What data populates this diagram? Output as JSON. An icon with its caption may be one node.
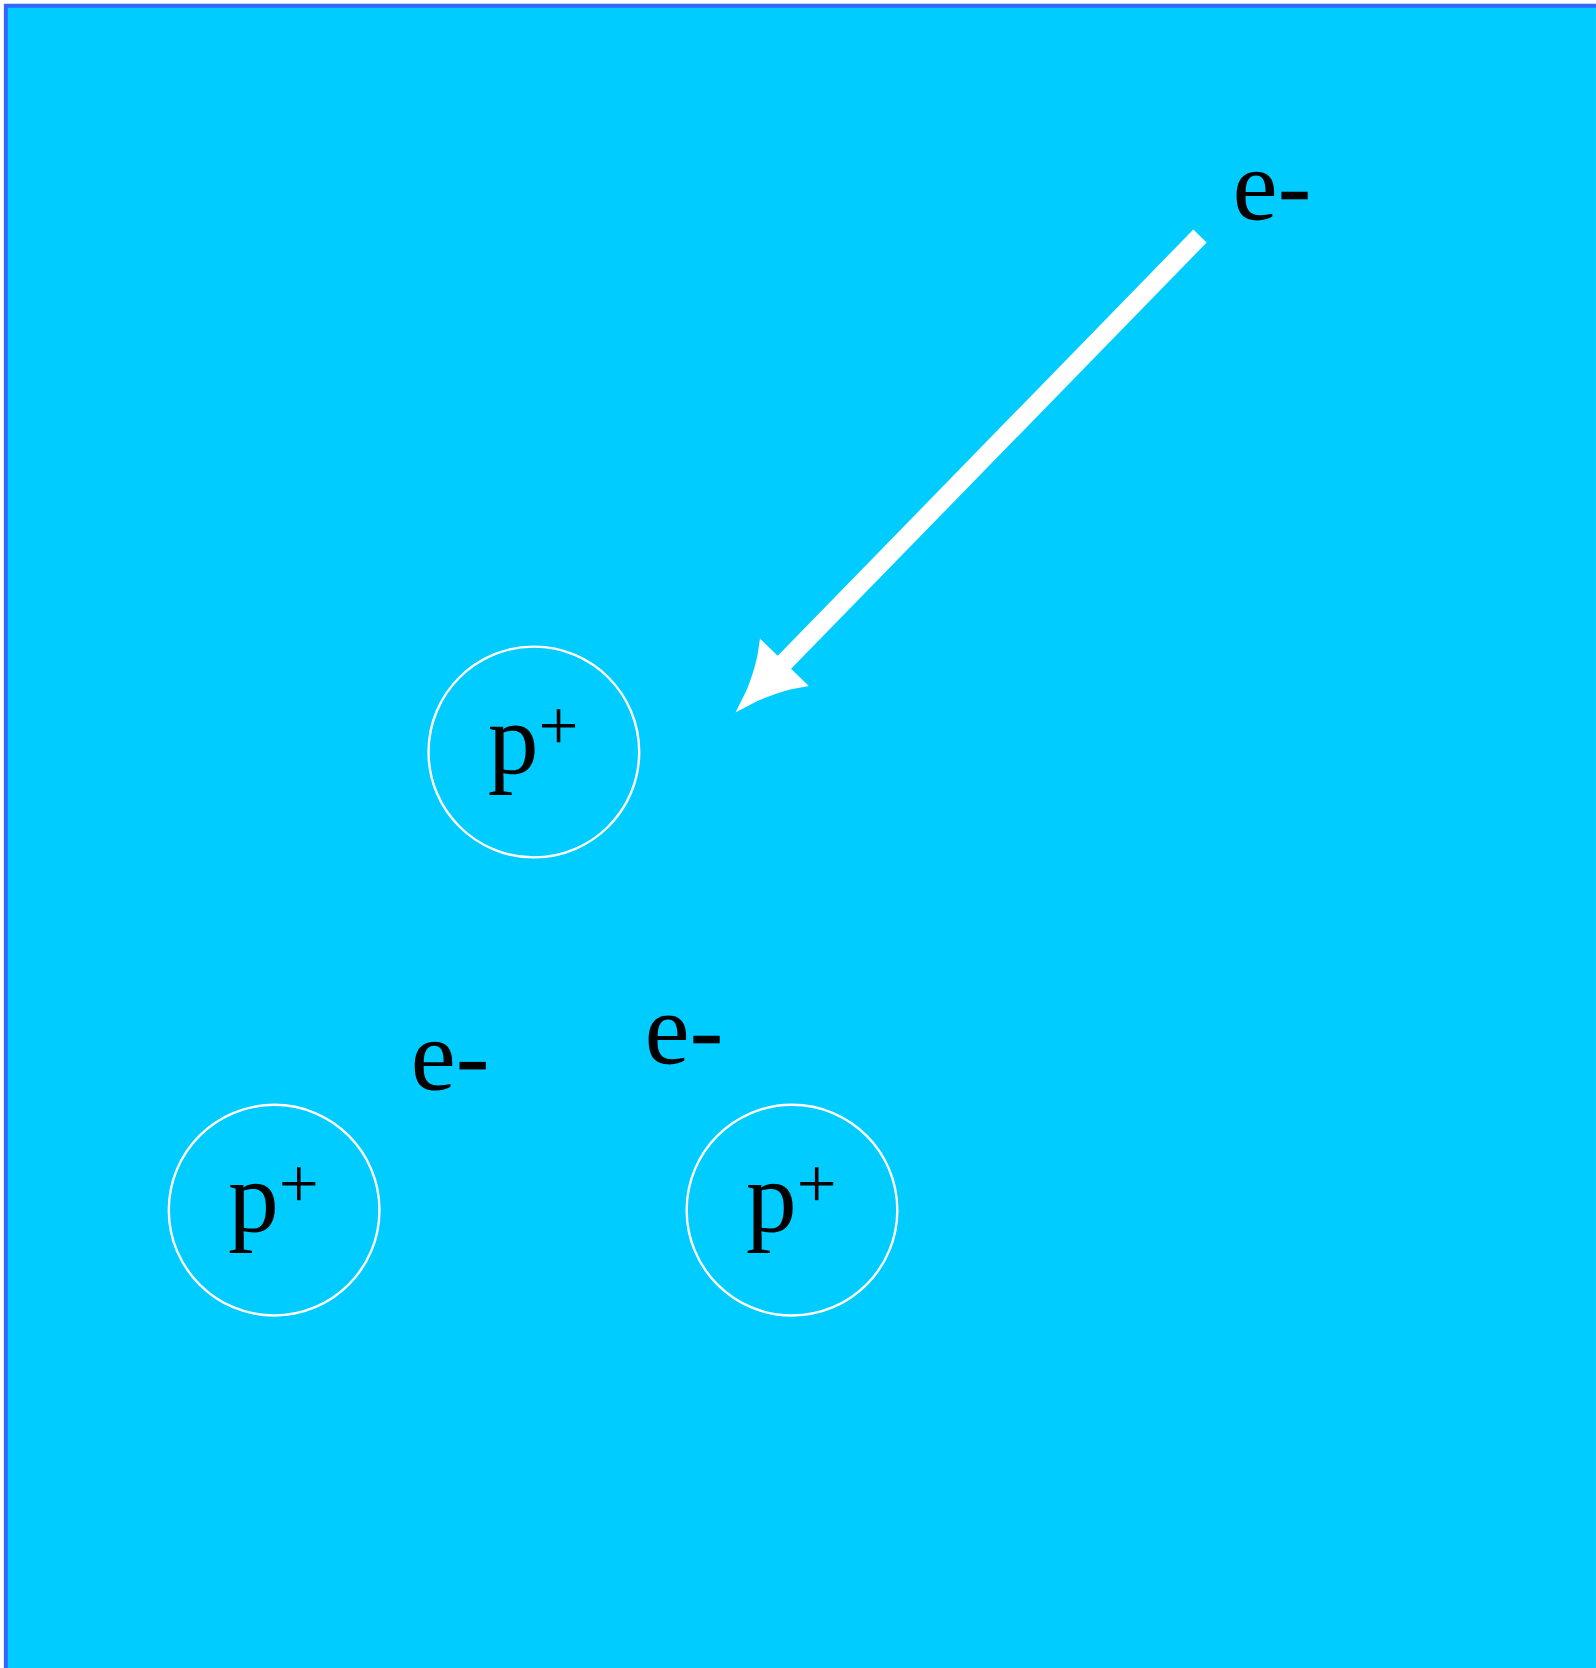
{
  "diagram": {
    "nodes": [
      {
        "text": [
          "p$^{+}$"
        ]
      },
      {
        "text": [
          "p$^{+}$"
        ]
      },
      {
        "text": [
          "p$^{+}$"
        ]
      }
    ],
    "labels": [
      "e-",
      "e-",
      "e-"
    ]
  }
}
